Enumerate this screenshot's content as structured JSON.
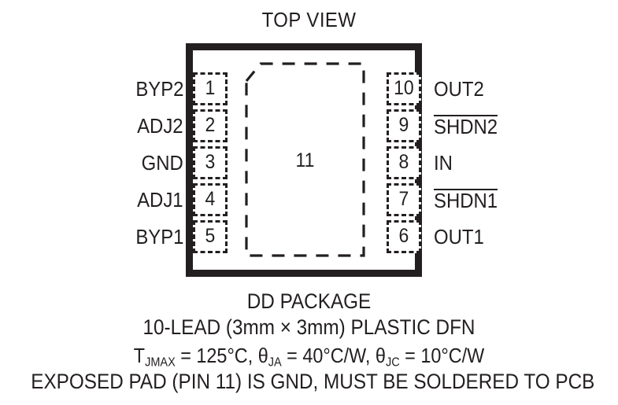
{
  "diagram": {
    "title": "TOP VIEW",
    "center_pad_label": "11",
    "left_pins": [
      {
        "number": "1",
        "name": "BYP2",
        "overline": false
      },
      {
        "number": "2",
        "name": "ADJ2",
        "overline": false
      },
      {
        "number": "3",
        "name": "GND",
        "overline": false
      },
      {
        "number": "4",
        "name": "ADJ1",
        "overline": false
      },
      {
        "number": "5",
        "name": "BYP1",
        "overline": false
      }
    ],
    "right_pins": [
      {
        "number": "10",
        "name": "OUT2",
        "overline": false
      },
      {
        "number": "9",
        "name": "SHDN2",
        "overline": true
      },
      {
        "number": "8",
        "name": "IN",
        "overline": false
      },
      {
        "number": "7",
        "name": "SHDN1",
        "overline": true
      },
      {
        "number": "6",
        "name": "OUT1",
        "overline": false
      }
    ],
    "ink_color": "#231f20",
    "background_color": "#ffffff"
  },
  "caption": {
    "package_name": "DD PACKAGE",
    "lead_line": "10-LEAD (3mm × 3mm) PLASTIC DFN",
    "thermal": {
      "tjmax_symbol": "T",
      "tjmax_sub": "JMAX",
      "tjmax_value": " = 125°C, ",
      "theta_ja_symbol": "θ",
      "theta_ja_sub": "JA",
      "theta_ja_value": " = 40°C/W, ",
      "theta_jc_symbol": "θ",
      "theta_jc_sub": "JC",
      "theta_jc_value": " = 10°C/W"
    },
    "exposed_pad_note": "EXPOSED PAD (PIN 11) IS GND, MUST BE SOLDERED TO PCB"
  }
}
